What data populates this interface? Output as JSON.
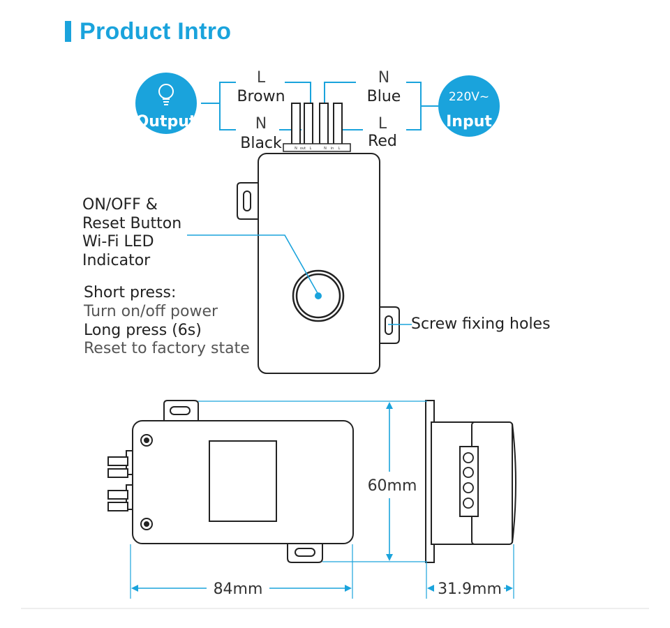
{
  "header": {
    "title": "Product Intro"
  },
  "output_badge": {
    "label": "Output",
    "icon": "lightbulb-icon"
  },
  "input_badge": {
    "voltage": "220V~",
    "label": "Input"
  },
  "wires": {
    "top_left": {
      "terminal": "L",
      "color": "Brown"
    },
    "bottom_left": {
      "terminal": "N",
      "color": "Black"
    },
    "top_right": {
      "terminal": "N",
      "color": "Blue"
    },
    "bottom_right": {
      "terminal": "L",
      "color": "Red"
    }
  },
  "terminal_strip_labels": [
    "N",
    "out",
    "L",
    "N",
    "in",
    "L"
  ],
  "button_note": {
    "lines": [
      "ON/OFF &",
      "Reset Button",
      "Wi-Fi LED",
      "Indicator"
    ]
  },
  "press_note": {
    "short_title": "Short press:",
    "short_desc": "Turn on/off power",
    "long_title": "Long press (6s)",
    "long_desc": "Reset to factory state"
  },
  "screw_note": "Screw fixing holes",
  "dimensions": {
    "height": "60mm",
    "length": "84mm",
    "depth": "31.9mm"
  },
  "colors": {
    "accent": "#1aa3dc",
    "outline": "#222222"
  }
}
